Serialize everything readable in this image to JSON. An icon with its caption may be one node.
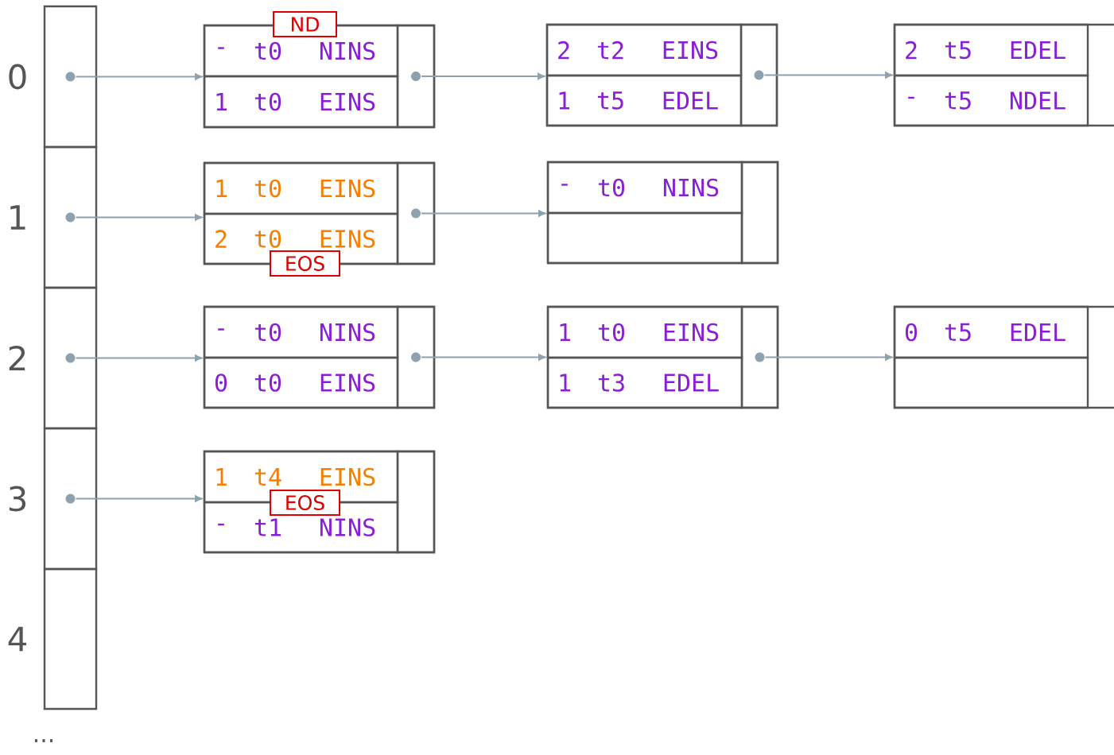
{
  "diagram": {
    "nodes": [
      {
        "text": [],
        "shape": "box",
        "beside": [
          "0"
        ]
      },
      {
        "text": [],
        "shape": "box",
        "beside": [
          "1"
        ]
      },
      {
        "text": [],
        "shape": "box",
        "beside": [
          "2"
        ]
      },
      {
        "text": [],
        "shape": "box",
        "beside": [
          "3"
        ]
      },
      {
        "text": [],
        "shape": "box",
        "beside": [
          "4"
        ]
      },
      {
        "text": [],
        "shape": "box"
      },
      {
        "text": [
          "-",
          "t0",
          "NINS"
        ],
        "in": 5
      },
      {
        "text": [
          "1",
          "t0",
          "EINS"
        ],
        "in": 5
      },
      {
        "text": [],
        "shape": "box",
        "in": 5
      },
      {
        "text": [
          "ND"
        ]
      },
      {
        "text": [],
        "shape": "box"
      },
      {
        "text": [
          "2",
          "t2",
          "EINS"
        ],
        "in": 10
      },
      {
        "text": [
          "1",
          "t5",
          "EDEL"
        ],
        "in": 10
      },
      {
        "text": [],
        "shape": "box",
        "in": 10
      },
      {
        "text": [],
        "shape": "box"
      },
      {
        "text": [
          "2",
          "t5",
          "EDEL"
        ],
        "in": 14
      },
      {
        "text": [
          "-",
          "t5",
          "NDEL"
        ],
        "in": 14
      },
      {
        "text": [],
        "shape": "box"
      },
      {
        "text": [
          "1",
          "t0",
          "EINS"
        ],
        "in": 17
      },
      {
        "text": [
          "2",
          "t0",
          "EINS"
        ],
        "in": 17
      },
      {
        "text": [],
        "shape": "box",
        "in": 17
      },
      {
        "text": [
          "EOS"
        ]
      },
      {
        "text": [],
        "shape": "box"
      },
      {
        "text": [
          "-",
          "t0",
          "NINS"
        ],
        "in": 22
      },
      {
        "text": [],
        "shape": "box",
        "in": 22
      },
      {
        "text": [],
        "shape": "box",
        "in": 22
      },
      {
        "text": [],
        "shape": "box"
      },
      {
        "text": [
          "-",
          "t0",
          "NINS"
        ],
        "in": 26
      },
      {
        "text": [
          "0",
          "t0",
          "EINS"
        ],
        "in": 26
      },
      {
        "text": [],
        "shape": "box",
        "in": 26
      },
      {
        "text": [],
        "shape": "box"
      },
      {
        "text": [
          "1",
          "t0",
          "EINS"
        ],
        "in": 30
      },
      {
        "text": [
          "1",
          "t3",
          "EDEL"
        ],
        "in": 30
      },
      {
        "text": [],
        "shape": "box",
        "in": 30
      },
      {
        "text": [],
        "shape": "box"
      },
      {
        "text": [
          "0",
          "t5",
          "EDEL"
        ],
        "in": 34
      },
      {
        "text": [],
        "shape": "box",
        "in": 34
      },
      {
        "text": [],
        "shape": "box"
      },
      {
        "text": [
          "1",
          "t4",
          "EINS"
        ],
        "in": 37
      },
      {
        "text": [
          "-",
          "t1",
          "NINS"
        ],
        "in": 37
      },
      {
        "text": [],
        "shape": "box",
        "in": 37
      },
      {
        "text": [
          "EOS"
        ],
        "in": 37
      }
    ],
    "edges": [
      {
        "from": 0,
        "to": 5,
        "arrow": "to"
      },
      {
        "from": 8,
        "to": 10,
        "arrow": "to"
      },
      {
        "from": 13,
        "to": 14,
        "arrow": "to"
      },
      {
        "from": 1,
        "to": 17,
        "arrow": "to"
      },
      {
        "from": 20,
        "to": 22,
        "arrow": "to"
      },
      {
        "from": 2,
        "to": 26,
        "arrow": "to"
      },
      {
        "from": 29,
        "to": 30,
        "arrow": "to"
      },
      {
        "from": 33,
        "to": 34,
        "arrow": "to"
      },
      {
        "from": 3,
        "to": 37,
        "arrow": "to"
      }
    ],
    "labels": [
      "..."
    ]
  }
}
